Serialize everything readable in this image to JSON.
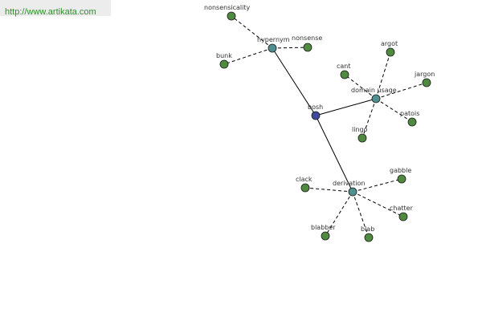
{
  "header": {
    "url": "http://www.artikata.com"
  },
  "colors": {
    "root": "#3f4a9c",
    "relation": "#4f8f8f",
    "leaf": "#4f8a3f",
    "edge": "#000000"
  },
  "graph": {
    "root": "bosh",
    "relations": [
      {
        "label": "hypernym",
        "words": [
          "nonsensicality",
          "nonsense",
          "bunk"
        ]
      },
      {
        "label": "domain usage",
        "words": [
          "argot",
          "cant",
          "jargon",
          "patois",
          "lingo"
        ]
      },
      {
        "label": "derivation",
        "words": [
          "gabble",
          "clack",
          "chatter",
          "blabber",
          "blab"
        ]
      }
    ]
  }
}
